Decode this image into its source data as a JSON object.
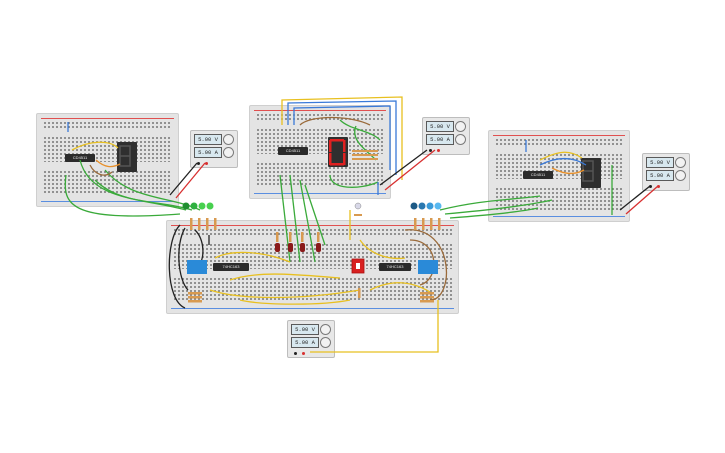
{
  "psu_left": {
    "voltage": "5.00 V",
    "current": "5.00 A"
  },
  "psu_middle": {
    "voltage": "5.00 V",
    "current": "5.00 A"
  },
  "psu_right": {
    "voltage": "5.00 V",
    "current": "5.00 A"
  },
  "psu_bottom": {
    "voltage": "5.00 V",
    "current": "5.00 A"
  },
  "chips": {
    "left_decoder": "CD4511",
    "mid_decoder": "CD4511",
    "right_decoder": "CD4511",
    "main_left": "74HC163",
    "main_right": "74HC163"
  },
  "colors": {
    "breadboard": "#e4e4e4",
    "wire_green": "#3aaa3a",
    "wire_yellow": "#e8c020",
    "wire_blue": "#3a7ad8",
    "wire_brown": "#9a6a3a",
    "wire_black": "#222222",
    "wire_red": "#d83030",
    "seg_on": "#e02020"
  }
}
